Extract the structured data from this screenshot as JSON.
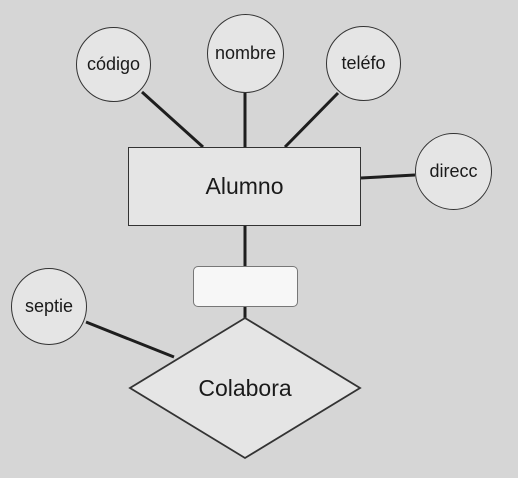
{
  "entity": {
    "name": "Alumno"
  },
  "attributes": {
    "codigo": "código",
    "nombre": "nombre",
    "telefono": "teléfo",
    "direccion": "direcc"
  },
  "relationship": {
    "name": "Colabora",
    "attribute": "septie"
  },
  "colors": {
    "background": "#d6d6d6",
    "shape_fill": "#e5e5e5",
    "stroke": "#333333",
    "blank_box_fill": "#f7f7f7"
  }
}
